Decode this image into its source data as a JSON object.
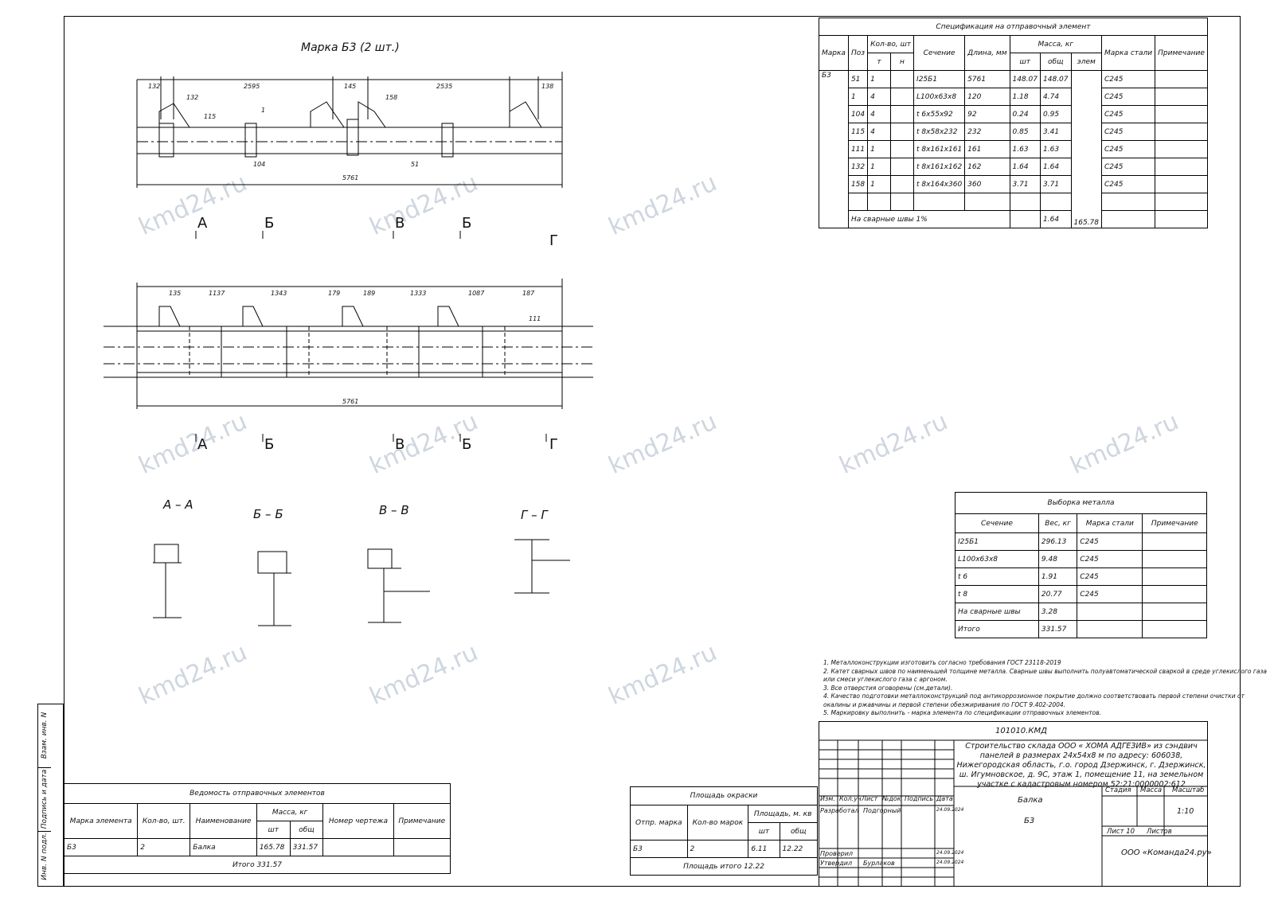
{
  "drawing": {
    "mark_title": "Марка Б3 (2 шт.)",
    "top_view_total": "5761",
    "front_view_total": "5761",
    "cuts": [
      "А",
      "Б",
      "В",
      "Б",
      "Г"
    ],
    "section_titles": [
      "А – А",
      "Б – Б",
      "В – В",
      "Г – Г"
    ],
    "top_dims": [
      "132",
      "2595",
      "145",
      "2535",
      "138"
    ],
    "front_dims": [
      "135",
      "1137",
      "1343",
      "179",
      "189",
      "1333",
      "1087",
      "187"
    ],
    "labels": [
      "132",
      "115",
      "1",
      "158",
      "104",
      "51",
      "111"
    ]
  },
  "spec": {
    "caption": "Спецификация на отправочный элемент",
    "headers": {
      "mark": "Марка",
      "pos": "Поз",
      "qty": "Кол-во, шт",
      "qty_t": "т",
      "qty_n": "н",
      "section": "Сечение",
      "length": "Длина, мм",
      "mass": "Масса, кг",
      "mass_pc": "шт",
      "mass_total": "общ",
      "mass_el": "элем",
      "steel": "Марка стали",
      "note": "Примечание"
    },
    "element_mark": "Б3",
    "element_mass": "165.78",
    "rows": [
      {
        "pos": "51",
        "qty": "1",
        "section": "I25Б1",
        "length": "5761",
        "pc": "148.07",
        "total": "148.07",
        "steel": "С245"
      },
      {
        "pos": "1",
        "qty": "4",
        "section": "L100x63x8",
        "length": "120",
        "pc": "1.18",
        "total": "4.74",
        "steel": "С245"
      },
      {
        "pos": "104",
        "qty": "4",
        "section": "t 6x55x92",
        "length": "92",
        "pc": "0.24",
        "total": "0.95",
        "steel": "С245"
      },
      {
        "pos": "115",
        "qty": "4",
        "section": "t 8x58x232",
        "length": "232",
        "pc": "0.85",
        "total": "3.41",
        "steel": "С245"
      },
      {
        "pos": "111",
        "qty": "1",
        "section": "t 8x161x161",
        "length": "161",
        "pc": "1.63",
        "total": "1.63",
        "steel": "С245"
      },
      {
        "pos": "132",
        "qty": "1",
        "section": "t 8x161x162",
        "length": "162",
        "pc": "1.64",
        "total": "1.64",
        "steel": "С245"
      },
      {
        "pos": "158",
        "qty": "1",
        "section": "t 8x164x360",
        "length": "360",
        "pc": "3.71",
        "total": "3.71",
        "steel": "С245"
      }
    ],
    "welds_label": "На сварные швы 1%",
    "welds_value": "1.64"
  },
  "metal": {
    "caption": "Выборка металла",
    "headers": [
      "Сечение",
      "Вес, кг",
      "Марка стали",
      "Примечание"
    ],
    "rows": [
      [
        "I25Б1",
        "296.13",
        "С245",
        ""
      ],
      [
        "L100x63x8",
        "9.48",
        "С245",
        ""
      ],
      [
        "t 6",
        "1.91",
        "С245",
        ""
      ],
      [
        "t 8",
        "20.77",
        "С245",
        ""
      ],
      [
        "На сварные швы",
        "3.28",
        "",
        ""
      ],
      [
        "Итого",
        "331.57",
        "",
        ""
      ]
    ]
  },
  "notes": [
    "1. Металлоконструкции изготовить согласно требования ГОСТ 23118-2019",
    "2. Катет сварных швов по наименьшей толщине металла. Сварные швы выполнить полуавтоматической сваркой в среде углекислого газа",
    "или смеси углекислого газа с аргоном.",
    "3. Все отверстия оговорены (см.детали).",
    "4. Качество подготовки металлоконструкций под антикоррозионное покрытие должно соответствовать первой степени очистки от",
    "окалины и ржавчины и первой степени обезжиривания по ГОСТ 9.402-2004.",
    "5. Маркировку выполнить - марка элемента по спецификации отправочных элементов."
  ],
  "vedomost": {
    "caption": "Ведомость отправочных элементов",
    "headers": {
      "mark": "Марка элемента",
      "qty": "Кол-во, шт.",
      "name": "Наименование",
      "mass": "Масса, кг",
      "pc": "шт",
      "total": "общ",
      "drawing": "Номер чертежа",
      "note": "Примечание"
    },
    "row": {
      "mark": "Б3",
      "qty": "2",
      "name": "Балка",
      "pc": "165.78",
      "total": "331.57"
    },
    "itogo": "Итого 331.57"
  },
  "paint": {
    "caption": "Площадь окраски",
    "headers": {
      "mark": "Отпр. марка",
      "qty": "Кол-во марок",
      "area": "Площадь, м. кв",
      "pc": "шт",
      "total": "общ"
    },
    "row": {
      "mark": "Б3",
      "qty": "2",
      "pc": "6.11",
      "total": "12.22"
    },
    "itogo": "Площадь итого 12.22"
  },
  "stamp": {
    "code": "101010.КМД",
    "project": "Строительство склада ООО « ХОМА АДГЕЗИВ» из сэндвич панелей в размерах 24х54х8 м по адресу: 606038, Нижегородская область, г.о. город Дзержинск, г. Дзержинск, ш. Игумновское, д. 9С, этаж 1, помещение 11, на земельном участке с кадастровым номером 52:21:0000002:612",
    "object": "Балка",
    "object_mark": "Б3",
    "stage": "Стадия",
    "mass": "Масса",
    "scale_label": "Масштаб",
    "scale": "1:10",
    "sheet": "Лист 10",
    "sheets": "Листов",
    "company": "ООО «Команда24.ру»",
    "row_headers": [
      "Изм.",
      "Кол.уч",
      "Лист",
      "№док",
      "Подпись",
      "Дата"
    ],
    "developed": "Разработал",
    "developer": "Подгорный",
    "checked": "Проверил",
    "approved": "Утвердил",
    "approver": "Бурлаков",
    "date": "24.09.2024"
  },
  "side": [
    "Взам. инв. N",
    "Подпись и дата",
    "Инв. N подл."
  ],
  "watermark": "kmd24.ru"
}
